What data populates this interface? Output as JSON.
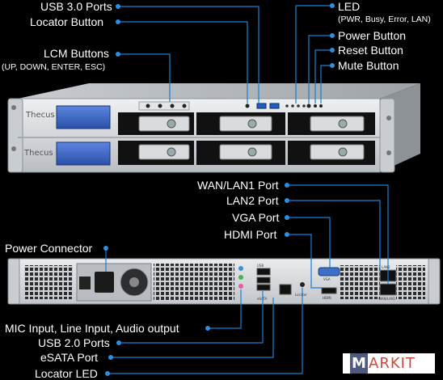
{
  "callouts": {
    "usb3": "USB 3.0 Ports",
    "locator_button": "Locator Button",
    "lcm_buttons": "LCM Buttons",
    "lcm_buttons_detail": "(UP, DOWN, ENTER, ESC)",
    "led": "LED",
    "led_detail": "(PWR, Busy, Error, LAN)",
    "power_button": "Power Button",
    "reset_button": "Reset Button",
    "mute_button": "Mute Button",
    "wan_lan1": "WAN/LAN1 Port",
    "lan2": "LAN2 Port",
    "vga": "VGA Port",
    "hdmi": "HDMI Port",
    "power_connector": "Power Connector",
    "mic_line_audio": "MIC Input, Line Input, Audio output",
    "usb2": "USB 2.0 Ports",
    "esata": "eSATA Port",
    "locator_led": "Locator LED"
  },
  "device": {
    "brand_top": "Thecus",
    "brand_bottom": "Thecus",
    "rear_labels": {
      "usb": "USB",
      "esata": "eSATA",
      "vga": "VGA",
      "hdmi": "HDMI",
      "lan2": "LAN2",
      "wanlan1": "WAN/LAN1",
      "locator": "Locator"
    }
  },
  "watermark": {
    "first_letter": "M",
    "rest": "ARKIT"
  },
  "colors": {
    "leader_line": "#1a7fd0",
    "dot": "#2d8fe0",
    "chassis": "#d6d9dc",
    "lcd": "#3a66c8"
  }
}
